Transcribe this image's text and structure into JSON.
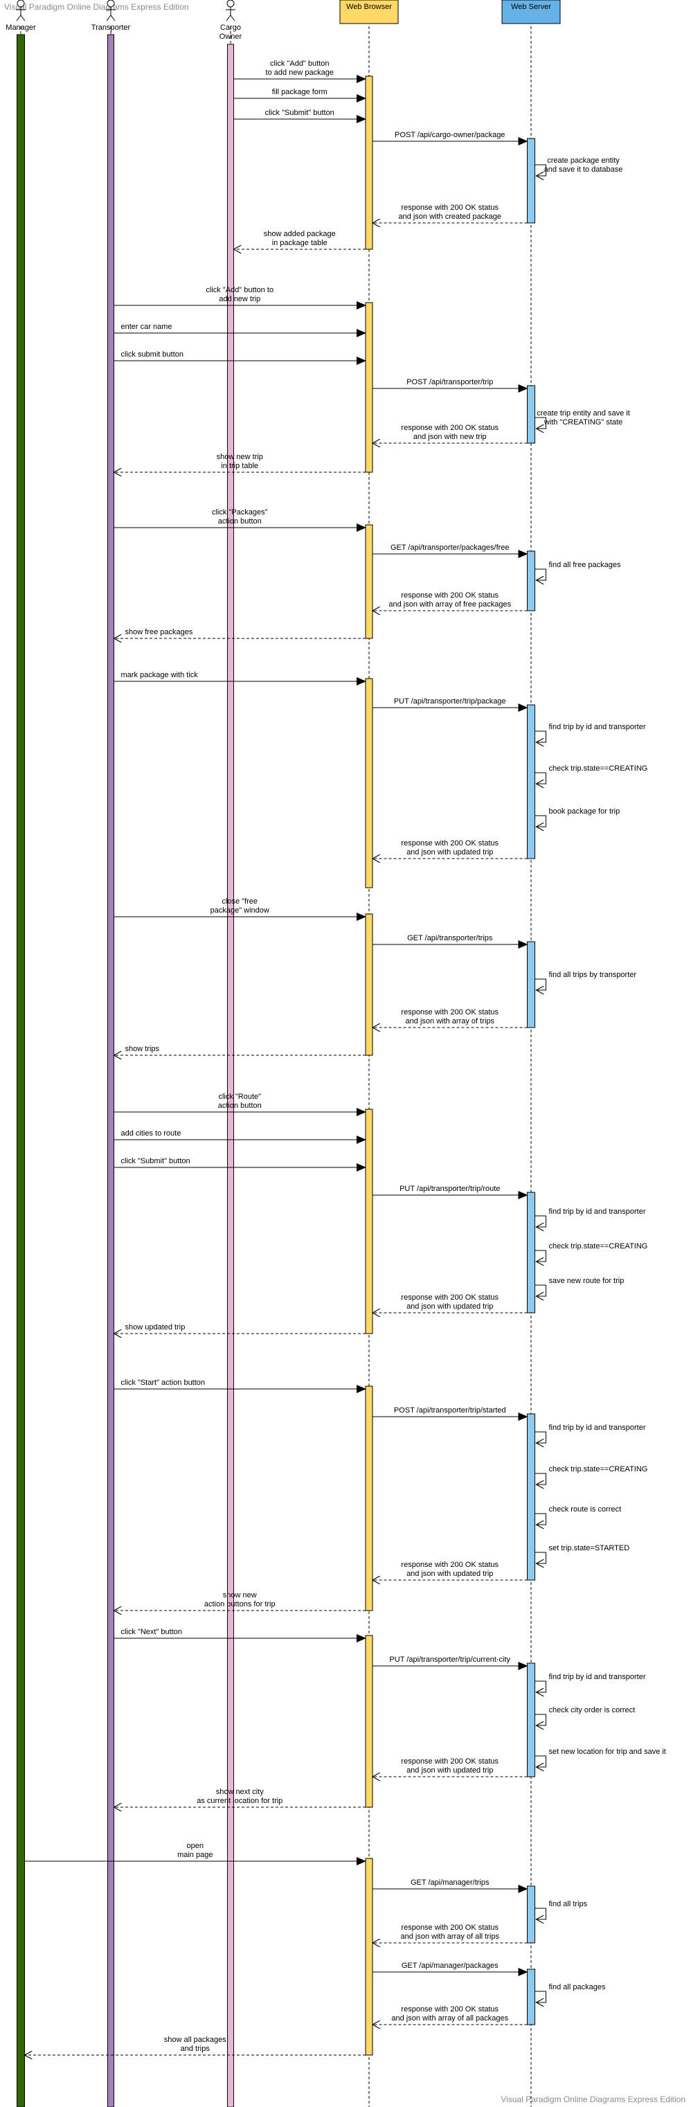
{
  "watermark": {
    "top": "Visual Paradigm Online Diagrams Express Edition",
    "bottom": "Visual Paradigm Online Diagrams Express Edition"
  },
  "colors": {
    "manager_bar": "#336600",
    "transporter_bar": "#a680b8",
    "cargo_owner_bar": "#e6b8d6",
    "browser_box": "#ffd966",
    "browser_bar": "#ffd966",
    "server_box": "#66b2e6",
    "server_bar": "#8ec9f0"
  },
  "participants": [
    {
      "id": "manager",
      "label": [
        "Manager"
      ],
      "kind": "actor"
    },
    {
      "id": "transporter",
      "label": [
        "Transporter"
      ],
      "kind": "actor"
    },
    {
      "id": "cargo",
      "label": [
        "Cargo",
        "Owner"
      ],
      "kind": "actor"
    },
    {
      "id": "browser",
      "label": [
        "Web Browser"
      ],
      "kind": "box"
    },
    {
      "id": "server",
      "label": [
        "Web Server"
      ],
      "kind": "box"
    }
  ],
  "messages": [
    {
      "from": "cargo",
      "to": "browser",
      "type": "sync",
      "label": [
        "click \"Add\" button",
        "to add new package"
      ]
    },
    {
      "from": "cargo",
      "to": "browser",
      "type": "sync",
      "label": [
        "fill package form"
      ]
    },
    {
      "from": "cargo",
      "to": "browser",
      "type": "sync",
      "label": [
        "click \"Submit\" button"
      ]
    },
    {
      "from": "browser",
      "to": "server",
      "type": "sync",
      "label": [
        "POST /api/cargo-owner/package"
      ]
    },
    {
      "from": "server",
      "to": "server",
      "type": "self",
      "label": [
        "create package entity",
        "and save it to database"
      ]
    },
    {
      "from": "server",
      "to": "browser",
      "type": "reply",
      "label": [
        "response with 200 OK status",
        "and json with created package"
      ]
    },
    {
      "from": "browser",
      "to": "cargo",
      "type": "reply",
      "label": [
        "show added package",
        "in package table"
      ]
    },
    {
      "from": "transporter",
      "to": "browser",
      "type": "sync",
      "label": [
        "click \"Add\" button to",
        "add new trip"
      ]
    },
    {
      "from": "transporter",
      "to": "browser",
      "type": "sync",
      "label": [
        "enter car name"
      ]
    },
    {
      "from": "transporter",
      "to": "browser",
      "type": "sync",
      "label": [
        "click submit button"
      ]
    },
    {
      "from": "browser",
      "to": "server",
      "type": "sync",
      "label": [
        "POST /api/transporter/trip"
      ]
    },
    {
      "from": "server",
      "to": "server",
      "type": "self",
      "label": [
        "create trip entity and save it",
        "with \"CREATING\" state"
      ]
    },
    {
      "from": "server",
      "to": "browser",
      "type": "reply",
      "label": [
        "response with 200 OK status",
        "and json with new trip"
      ]
    },
    {
      "from": "browser",
      "to": "transporter",
      "type": "reply",
      "label": [
        "show new trip",
        "in trip table"
      ]
    },
    {
      "from": "transporter",
      "to": "browser",
      "type": "sync",
      "label": [
        "click \"Packages\"",
        "action button"
      ]
    },
    {
      "from": "browser",
      "to": "server",
      "type": "sync",
      "label": [
        "GET /api/transporter/packages/free"
      ]
    },
    {
      "from": "server",
      "to": "server",
      "type": "self",
      "label": [
        "find all free packages"
      ]
    },
    {
      "from": "server",
      "to": "browser",
      "type": "reply",
      "label": [
        "response with 200 OK status",
        "and json with array of free packages"
      ]
    },
    {
      "from": "browser",
      "to": "transporter",
      "type": "reply",
      "label": [
        "show free packages"
      ]
    },
    {
      "from": "transporter",
      "to": "browser",
      "type": "sync",
      "label": [
        "mark package with tick"
      ]
    },
    {
      "from": "browser",
      "to": "server",
      "type": "sync",
      "label": [
        "PUT /api/transporter/trip/package"
      ]
    },
    {
      "from": "server",
      "to": "server",
      "type": "self",
      "label": [
        "find trip by id and transporter"
      ]
    },
    {
      "from": "server",
      "to": "server",
      "type": "self",
      "label": [
        "check trip.state==CREATING"
      ]
    },
    {
      "from": "server",
      "to": "server",
      "type": "self",
      "label": [
        "book package for trip"
      ]
    },
    {
      "from": "server",
      "to": "browser",
      "type": "reply",
      "label": [
        "response with 200 OK status",
        "and json with updated trip"
      ]
    },
    {
      "from": "transporter",
      "to": "browser",
      "type": "sync",
      "label": [
        "close \"free",
        "package\" window"
      ]
    },
    {
      "from": "browser",
      "to": "server",
      "type": "sync",
      "label": [
        "GET /api/transporter/trips"
      ]
    },
    {
      "from": "server",
      "to": "server",
      "type": "self",
      "label": [
        "find all trips by transporter"
      ]
    },
    {
      "from": "server",
      "to": "browser",
      "type": "reply",
      "label": [
        "response with 200 OK status",
        "and json with array of trips"
      ]
    },
    {
      "from": "browser",
      "to": "transporter",
      "type": "reply",
      "label": [
        "show trips"
      ]
    },
    {
      "from": "transporter",
      "to": "browser",
      "type": "sync",
      "label": [
        "click \"Route\"",
        "action button"
      ]
    },
    {
      "from": "transporter",
      "to": "browser",
      "type": "sync",
      "label": [
        "add cities to route"
      ]
    },
    {
      "from": "transporter",
      "to": "browser",
      "type": "sync",
      "label": [
        "click \"Submit\" button"
      ]
    },
    {
      "from": "browser",
      "to": "server",
      "type": "sync",
      "label": [
        "PUT /api/transporter/trip/route"
      ]
    },
    {
      "from": "server",
      "to": "server",
      "type": "self",
      "label": [
        "find trip by id and transporter"
      ]
    },
    {
      "from": "server",
      "to": "server",
      "type": "self",
      "label": [
        "check trip.state==CREATING"
      ]
    },
    {
      "from": "server",
      "to": "server",
      "type": "self",
      "label": [
        "save new route for trip"
      ]
    },
    {
      "from": "server",
      "to": "browser",
      "type": "reply",
      "label": [
        "response with 200 OK status",
        "and json with updated trip"
      ]
    },
    {
      "from": "browser",
      "to": "transporter",
      "type": "reply",
      "label": [
        "show updated trip"
      ]
    },
    {
      "from": "transporter",
      "to": "browser",
      "type": "sync",
      "label": [
        "click \"Start\" action button"
      ]
    },
    {
      "from": "browser",
      "to": "server",
      "type": "sync",
      "label": [
        "POST /api/transporter/trip/started"
      ]
    },
    {
      "from": "server",
      "to": "server",
      "type": "self",
      "label": [
        "find trip by id and transporter"
      ]
    },
    {
      "from": "server",
      "to": "server",
      "type": "self",
      "label": [
        "check trip.state==CREATING"
      ]
    },
    {
      "from": "server",
      "to": "server",
      "type": "self",
      "label": [
        "check route is correct"
      ]
    },
    {
      "from": "server",
      "to": "server",
      "type": "self",
      "label": [
        "set trip.state=STARTED"
      ]
    },
    {
      "from": "server",
      "to": "browser",
      "type": "reply",
      "label": [
        "response with 200 OK status",
        "and json with updated trip"
      ]
    },
    {
      "from": "browser",
      "to": "transporter",
      "type": "reply",
      "label": [
        "show new",
        "action buttons for trip"
      ]
    },
    {
      "from": "transporter",
      "to": "browser",
      "type": "sync",
      "label": [
        "click \"Next\" button"
      ]
    },
    {
      "from": "browser",
      "to": "server",
      "type": "sync",
      "label": [
        "PUT /api/transporter/trip/current-city"
      ]
    },
    {
      "from": "server",
      "to": "server",
      "type": "self",
      "label": [
        "find trip by id and transporter"
      ]
    },
    {
      "from": "server",
      "to": "server",
      "type": "self",
      "label": [
        "check city order is correct"
      ]
    },
    {
      "from": "server",
      "to": "server",
      "type": "self",
      "label": [
        "set new location for trip and save it"
      ]
    },
    {
      "from": "server",
      "to": "browser",
      "type": "reply",
      "label": [
        "response with 200 OK status",
        "and json with updated trip"
      ]
    },
    {
      "from": "browser",
      "to": "transporter",
      "type": "reply",
      "label": [
        "show next city",
        "as current location for trip"
      ]
    },
    {
      "from": "manager",
      "to": "browser",
      "type": "sync",
      "label": [
        "open",
        "main page"
      ]
    },
    {
      "from": "browser",
      "to": "server",
      "type": "sync",
      "label": [
        "GET /api/manager/trips"
      ]
    },
    {
      "from": "server",
      "to": "server",
      "type": "self",
      "label": [
        "find all trips"
      ]
    },
    {
      "from": "server",
      "to": "browser",
      "type": "reply",
      "label": [
        "response with 200 OK status",
        "and json with array of all trips"
      ]
    },
    {
      "from": "browser",
      "to": "server",
      "type": "sync",
      "label": [
        "GET /api/manager/packages"
      ]
    },
    {
      "from": "server",
      "to": "server",
      "type": "self",
      "label": [
        "find all packages"
      ]
    },
    {
      "from": "server",
      "to": "browser",
      "type": "reply",
      "label": [
        "response with 200 OK status",
        "and json with array of all packages"
      ]
    },
    {
      "from": "browser",
      "to": "manager",
      "type": "reply",
      "label": [
        "show all packages",
        "and trips"
      ]
    }
  ]
}
